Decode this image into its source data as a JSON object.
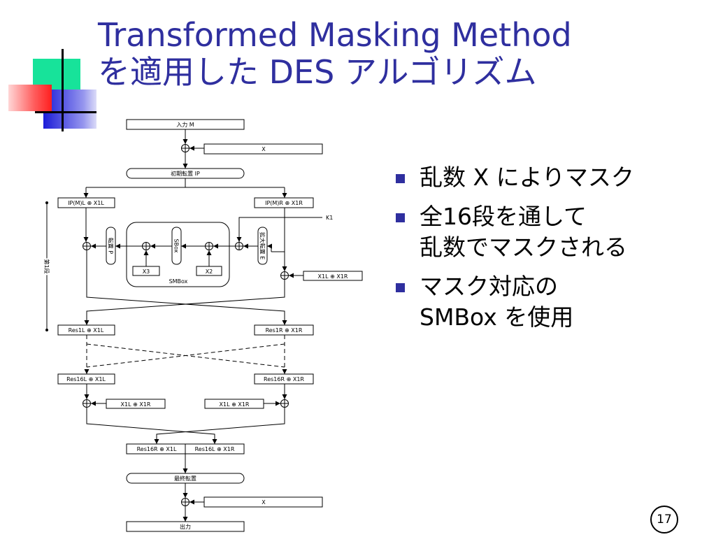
{
  "slide": {
    "title_line1": "Transformed Masking Method",
    "title_line2": "を適用した DES アルゴリズム",
    "page_number": "17"
  },
  "bullets": [
    {
      "line1": "乱数 X によりマスク"
    },
    {
      "line1": "全16段を通して",
      "line2": "乱数でマスクされる"
    },
    {
      "line1": "マスク対応の",
      "line2": "SMBox を使用"
    }
  ],
  "diagram": {
    "input": "入力 M",
    "x_top": "X",
    "initial_perm": "初期転置 IP",
    "ipl": "IP(M)L ⊕ X1L",
    "ipr": "IP(M)R ⊕ X1R",
    "k1": "K1",
    "perm_p": "転置 P",
    "sbox": "SBox",
    "expand_e": "拡大転置 E",
    "x3": "X3",
    "x2": "X2",
    "smbox": "SMBox",
    "x1lr_round": "X1L ⊕ X1R",
    "round1": "第1段",
    "res1l": "Res1L ⊕ X1L",
    "res1r": "Res1R ⊕ X1R",
    "res16l": "Res16L ⊕ X1L",
    "res16r": "Res16R ⊕ X1R",
    "x1lr_left": "X1L ⊕ X1R",
    "x1lr_right": "X1L ⊕ X1R",
    "swap_left": "Res16R ⊕ X1L",
    "swap_right": "Res16L ⊕ X1R",
    "final_perm": "最終転置",
    "x_bottom": "X",
    "output": "出力"
  }
}
